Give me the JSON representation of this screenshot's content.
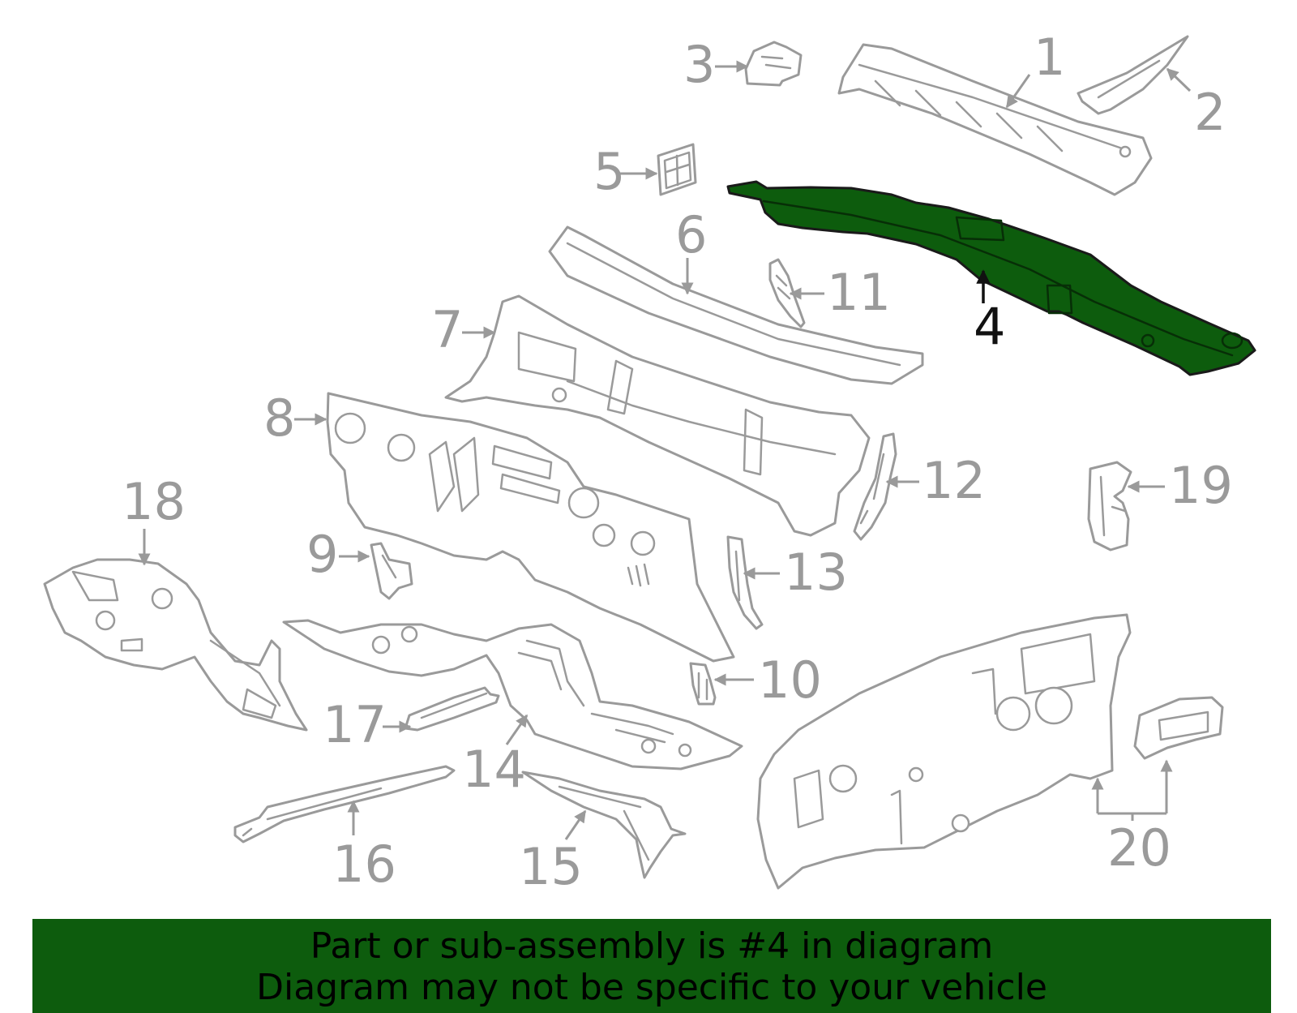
{
  "diagram": {
    "highlighted_part": "4",
    "highlight_color": "#0d5c0d",
    "callouts": [
      "1",
      "2",
      "3",
      "4",
      "5",
      "6",
      "7",
      "8",
      "9",
      "10",
      "11",
      "12",
      "13",
      "14",
      "15",
      "16",
      "17",
      "18",
      "19",
      "20"
    ]
  },
  "banner": {
    "line1": "Part or sub-assembly is #4 in diagram",
    "line2": "Diagram may not be specific to your vehicle",
    "background": "#0d5c0d"
  }
}
